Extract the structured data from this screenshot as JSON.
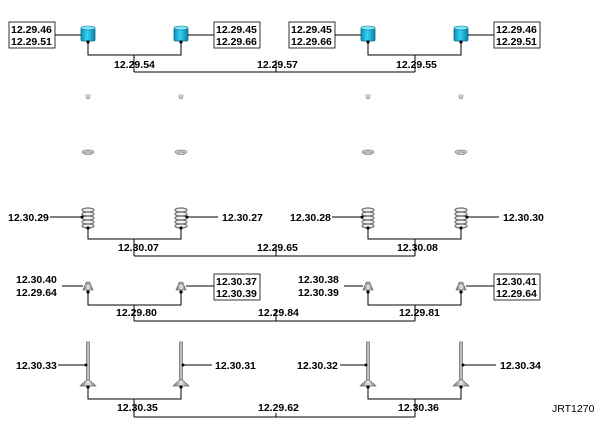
{
  "lifters": {
    "left_pair": {
      "callout_top": "12.29.46",
      "callout_bottom": "12.29.51",
      "callout_right_top": "12.29.45",
      "callout_right_bottom": "12.29.66",
      "group": "12.29.54"
    },
    "center_group": "12.29.57",
    "right_pair": {
      "callout_left_top": "12.29.45",
      "callout_left_bottom": "12.29.66",
      "callout_right_top": "12.29.46",
      "callout_right_bottom": "12.29.51",
      "group": "12.29.55"
    }
  },
  "springs": {
    "left_pair": {
      "callout_left": "12.30.29",
      "callout_right": "12.30.27",
      "group": "12.30.07"
    },
    "center_group": "12.29.65",
    "right_pair": {
      "callout_left": "12.30.28",
      "callout_right": "12.30.30",
      "group": "12.30.08"
    }
  },
  "seats": {
    "left_pair": {
      "callout_left_top": "12.30.40",
      "callout_left_bottom": "12.29.64",
      "callout_right_top": "12.30.37",
      "callout_right_bottom": "12.30.39",
      "group": "12.29.80"
    },
    "center_group": "12.29.84",
    "right_pair": {
      "callout_left_top": "12.30.38",
      "callout_left_bottom": "12.30.39",
      "callout_right_top": "12.30.41",
      "callout_right_bottom": "12.29.64",
      "group": "12.29.81"
    }
  },
  "valves": {
    "left_pair": {
      "callout_left": "12.30.33",
      "callout_right": "12.30.31",
      "group": "12.30.35"
    },
    "center_group": "12.29.62",
    "right_pair": {
      "callout_left": "12.30.32",
      "callout_right": "12.30.34",
      "group": "12.30.36"
    }
  },
  "figure_ref": "JRT1270",
  "colors": {
    "lifter_fill": "#1ab8e0",
    "lifter_dark": "#0a6f8f",
    "spring": "#8a8a8a",
    "line": "#000000"
  }
}
